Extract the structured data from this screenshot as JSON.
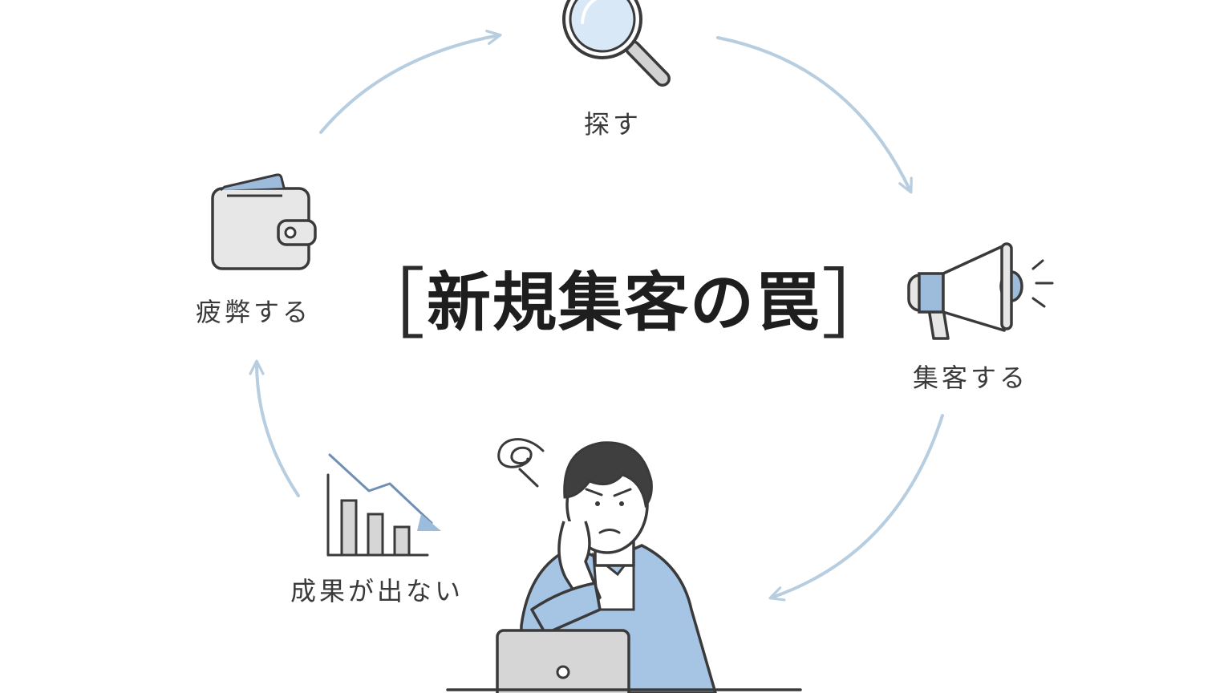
{
  "title": {
    "open_bracket": "［",
    "text": "新規集客の罠",
    "close_bracket": "］"
  },
  "cycle": [
    {
      "label": "探す",
      "icon": "magnifier-icon"
    },
    {
      "label": "集客する",
      "icon": "megaphone-icon"
    },
    {
      "label": "成果が出ない",
      "icon": "declining-chart-icon"
    },
    {
      "label": "疲弊する",
      "icon": "wallet-icon"
    }
  ],
  "colors": {
    "arrow": "#b7cde0",
    "accent": "#9dbcdc",
    "light_accent": "#d6e6f5",
    "icon_fill": "#e6e6e6",
    "line": "#3a3a3a"
  }
}
